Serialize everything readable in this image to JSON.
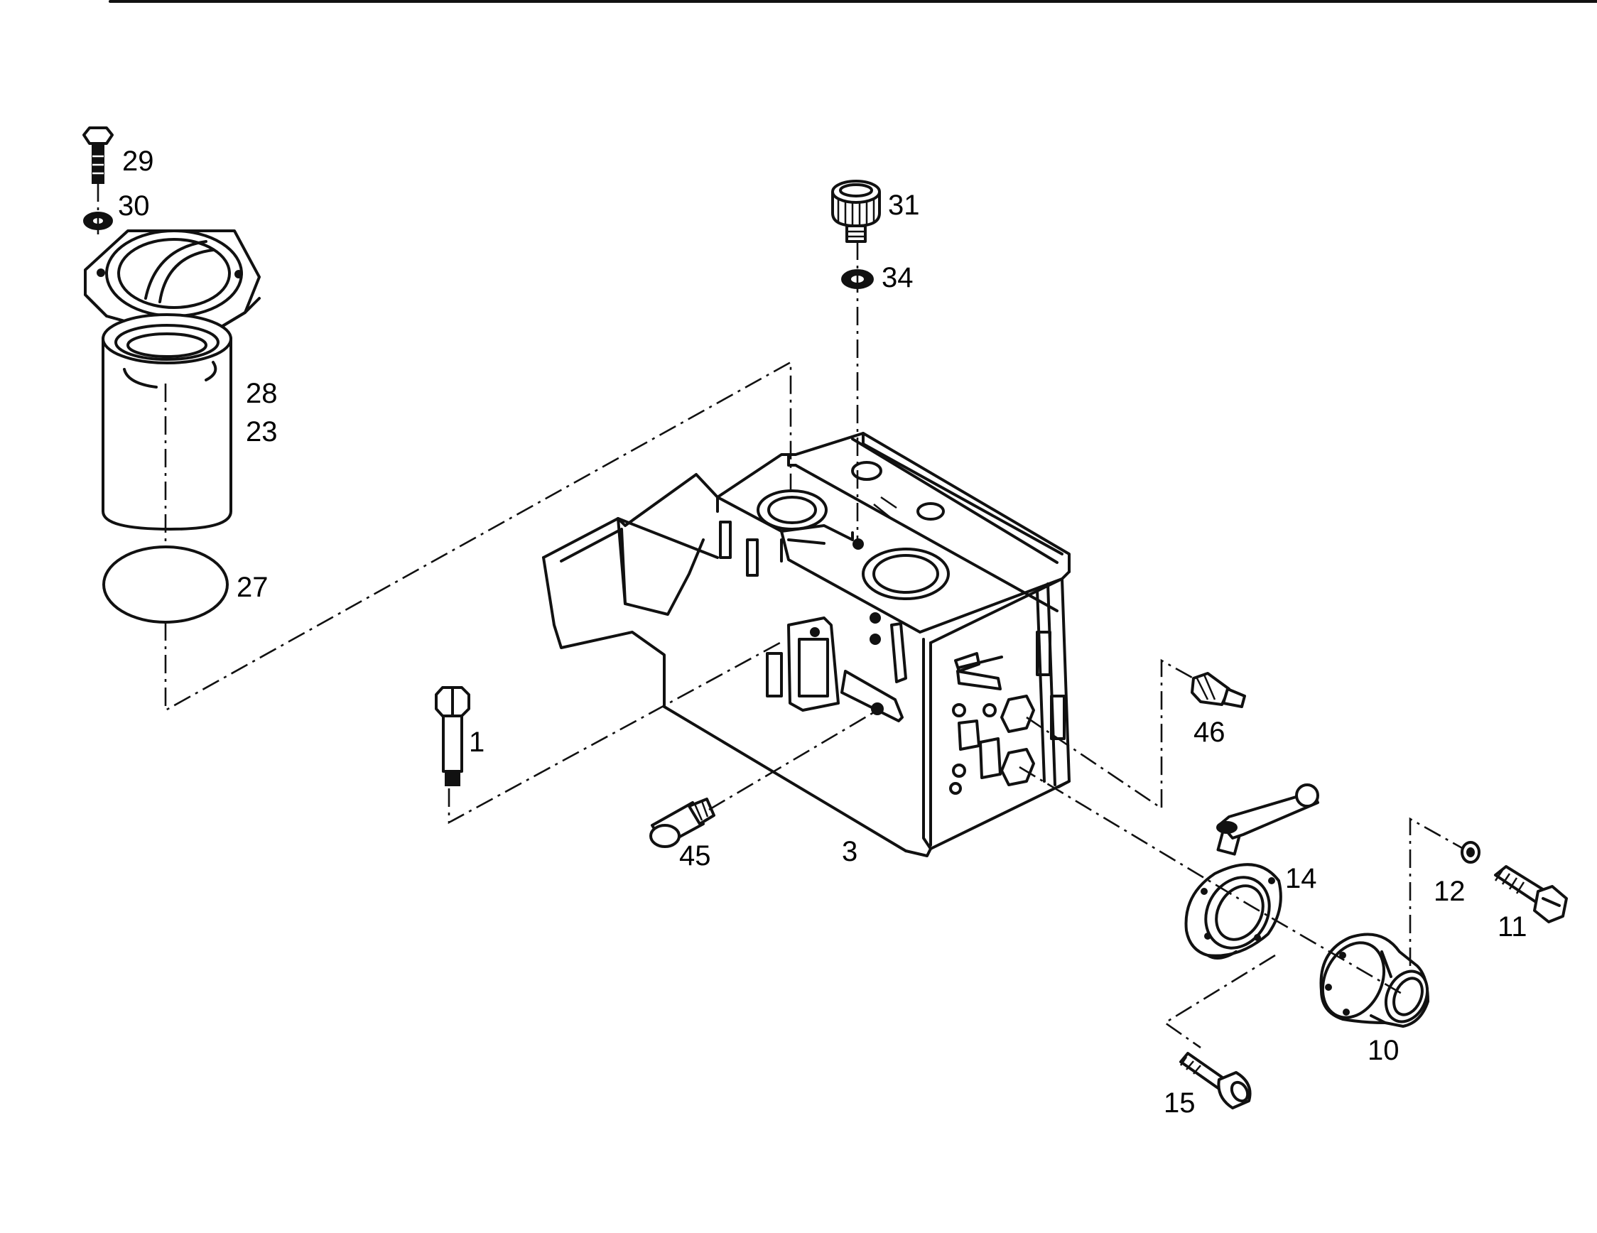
{
  "diagram": {
    "callouts": {
      "p1": "1",
      "p3": "3",
      "p10": "10",
      "p11": "11",
      "p12": "12",
      "p14": "14",
      "p15": "15",
      "p23": "23",
      "p27": "27",
      "p28": "28",
      "p29": "29",
      "p30": "30",
      "p31": "31",
      "p34": "34",
      "p45": "45",
      "p46": "46"
    }
  }
}
